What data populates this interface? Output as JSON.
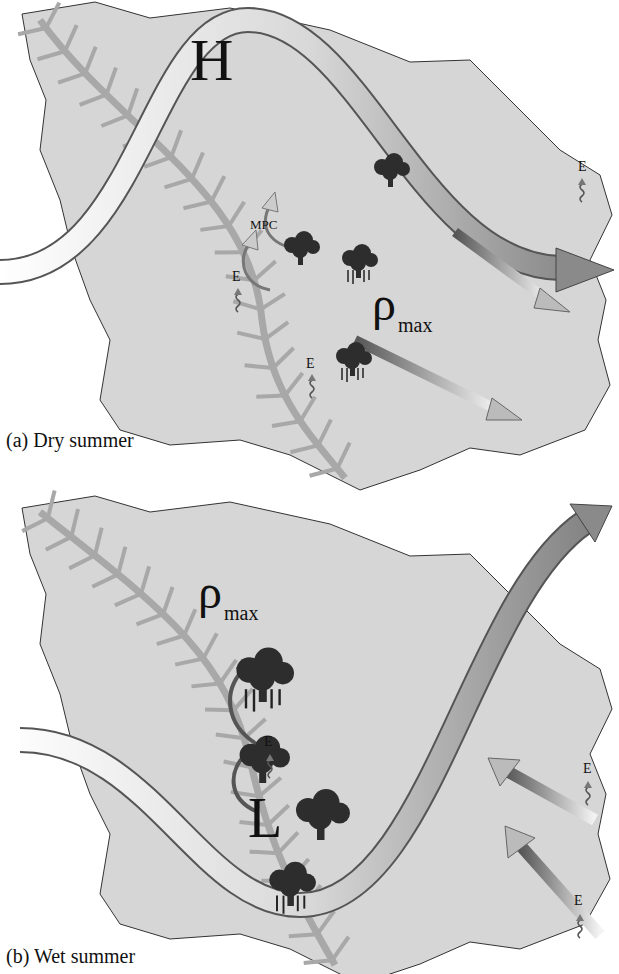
{
  "diagram": {
    "labels": [
      "H",
      "MPC",
      "E",
      "E",
      "E",
      "ρ",
      "max",
      "(a) Dry summer",
      "ρ",
      "max",
      "E",
      "L",
      "E",
      "E",
      "(b) Wet summer"
    ]
  }
}
